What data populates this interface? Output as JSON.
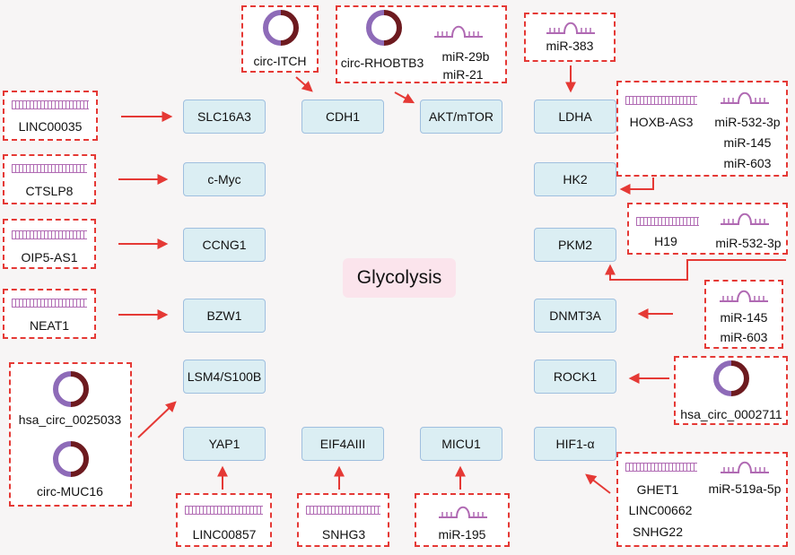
{
  "center_label": "Glycolysis",
  "genes": {
    "slc16a3": "SLC16A3",
    "cdh1": "CDH1",
    "akt_mtor": "AKT/mTOR",
    "ldha": "LDHA",
    "c_myc": "c-Myc",
    "hk2": "HK2",
    "ccng1": "CCNG1",
    "pkm2": "PKM2",
    "bzw1": "BZW1",
    "dnmt3a": "DNMT3A",
    "lsm4_s100b": "LSM4/S100B",
    "rock1": "ROCK1",
    "yap1": "YAP1",
    "eif4aiii": "EIF4AIII",
    "micu1": "MICU1",
    "hif1a": "HIF1-α"
  },
  "regulators": {
    "circ_itch": "circ-ITCH",
    "circ_rhobtb3": "circ-RHOBTB3",
    "mir_29b": "miR-29b",
    "mir_21": "miR-21",
    "mir_383": "miR-383",
    "linc00035": "LINC00035",
    "hoxb_as3": "HOXB-AS3",
    "mir_532_3p_a": "miR-532-3p",
    "mir_145_a": "miR-145",
    "mir_603_a": "miR-603",
    "ctslp8": "CTSLP8",
    "h19": "H19",
    "mir_532_3p_b": "miR-532-3p",
    "oip5_as1": "OIP5-AS1",
    "neat1": "NEAT1",
    "mir_145_b": "miR-145",
    "mir_603_b": "miR-603",
    "hsa_circ_0025033": "hsa_circ_0025033",
    "circ_muc16": "circ-MUC16",
    "hsa_circ_0002711": "hsa_circ_0002711",
    "linc00857": "LINC00857",
    "snhg3": "SNHG3",
    "mir_195": "miR-195",
    "ghet1": "GHET1",
    "linc00662": "LINC00662",
    "snhg22": "SNHG22",
    "mir_519a_5p": "miR-519a-5p"
  },
  "colors": {
    "arrow": "#e53935",
    "gene_fill": "#dbeef3",
    "gene_border": "#9fbfdf",
    "center_fill": "#fbe4ec",
    "lncrna": "#b06ab3",
    "circ_light": "#8e6bb8",
    "circ_dark": "#6d1a1f"
  }
}
